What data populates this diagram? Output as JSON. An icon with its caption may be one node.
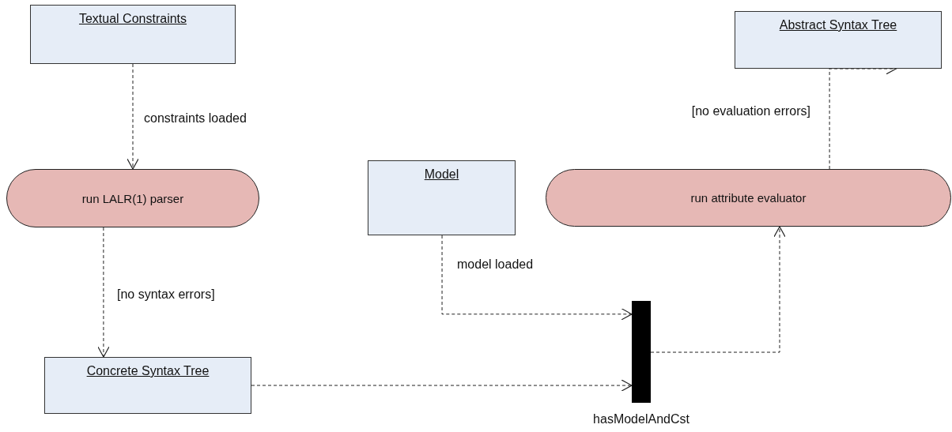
{
  "diagram": {
    "nodes": [
      {
        "text": [
          "Textual Constraints"
        ]
      },
      {
        "text": [
          "run LALR(1) parser"
        ]
      },
      {
        "text": [
          "Concrete Syntax Tree"
        ]
      },
      {
        "text": [
          "Model"
        ]
      },
      {
        "text": [],
        "shape": "bar",
        "beside": [
          "hasModelAndCst"
        ]
      },
      {
        "text": [
          "run attribute evaluator"
        ]
      },
      {
        "text": [
          "Abstract Syntax Tree"
        ]
      }
    ],
    "edges": [
      {
        "from": 0,
        "to": 1,
        "arrow": "to",
        "label": "constraints loaded",
        "style": "dashed"
      },
      {
        "from": 1,
        "to": 2,
        "arrow": "to",
        "label": "[no syntax errors]",
        "style": "dashed"
      },
      {
        "from": 3,
        "to": 4,
        "arrow": "to",
        "label": "model loaded",
        "style": "dashed"
      },
      {
        "from": 2,
        "to": 4,
        "arrow": "to",
        "style": "dashed"
      },
      {
        "from": 4,
        "to": 5,
        "arrow": "to",
        "style": "dashed"
      },
      {
        "from": 5,
        "to": 6,
        "arrow": "to",
        "label": "[no evaluation errors]",
        "style": "dashed"
      }
    ]
  }
}
